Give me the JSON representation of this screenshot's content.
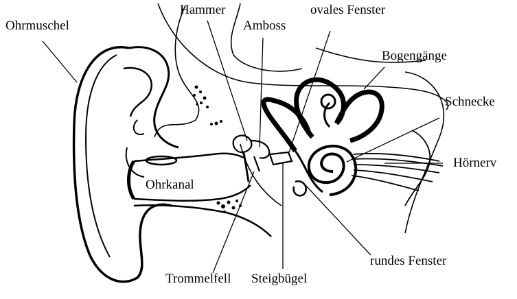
{
  "labels": {
    "ohrmuschel": "Ohrmuschel",
    "hammer": "Hammer",
    "amboss": "Amboss",
    "ovales_fenster": "ovales Fenster",
    "bogengaenge": "Bogengänge",
    "schnecke": "Schnecke",
    "hoernerv": "Hörnerv",
    "ohrkanal": "Ohrkanal",
    "trommelfell": "Trommelfell",
    "steigbuegel": "Steigbügel",
    "rundes_fenster": "rundes Fenster"
  },
  "colors": {
    "ink": "#000000",
    "paper": "#ffffff"
  }
}
